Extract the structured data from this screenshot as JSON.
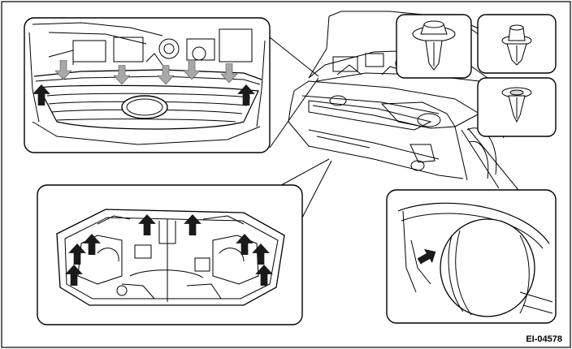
{
  "figure": {
    "code": "EI-04578",
    "colors": {
      "line": "#000000",
      "panel_bg": "#ffffff",
      "arrow_dark": "#1a1a1a",
      "arrow_gray": "#a8a8a8",
      "shade": "#d9d9d9"
    }
  },
  "panels": [
    {
      "id": "engine-bay-detail",
      "arrows_dark": 2,
      "arrows_gray": 5
    },
    {
      "id": "under-cover-detail",
      "arrows_dark": 8
    },
    {
      "id": "clip-type-a"
    },
    {
      "id": "clip-type-b"
    },
    {
      "id": "clip-type-c"
    },
    {
      "id": "wheel-arch-detail",
      "arrows_dark": 1
    }
  ]
}
